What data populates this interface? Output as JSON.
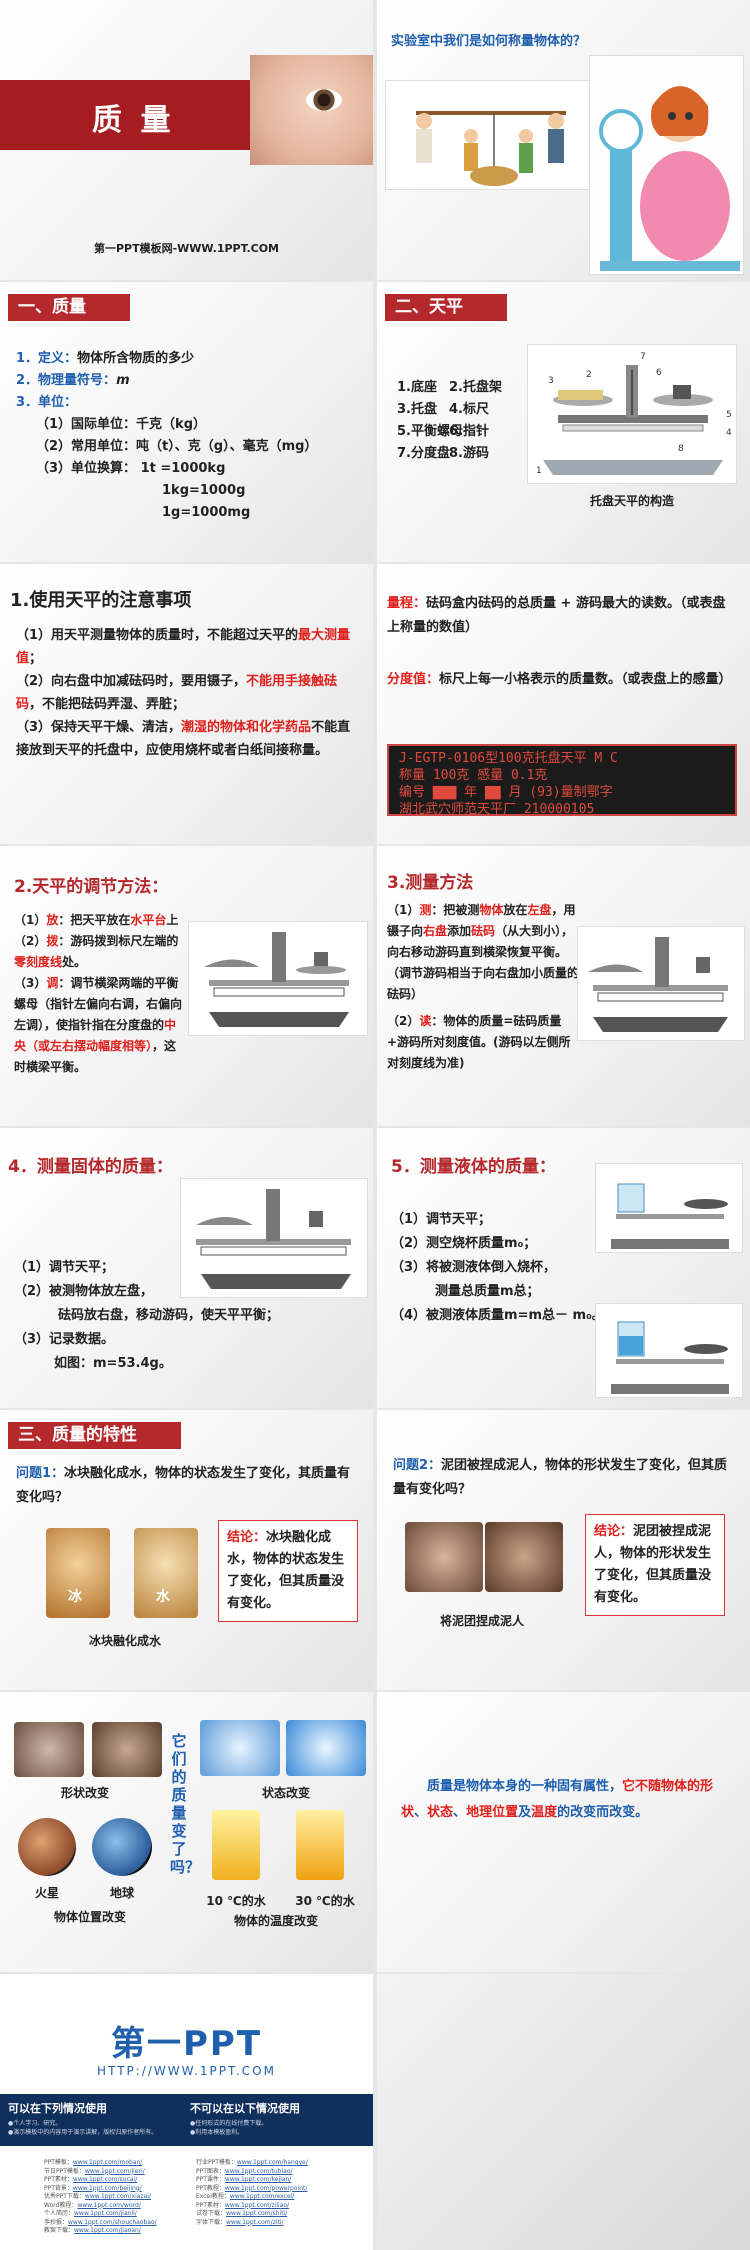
{
  "s1": {
    "title": "质  量",
    "site": "第一PPT模板网-WWW.1PPT.COM"
  },
  "s2": {
    "question": "实验室中我们是如何称量物体的？"
  },
  "s3": {
    "tag": "一、质量",
    "lines": [
      {
        "n": "1．",
        "label": "定义：",
        "text": "物体所含物质的多少"
      },
      {
        "n": "2．",
        "label": "物理量符号：",
        "text": "m"
      },
      {
        "n": "3．",
        "label": "单位：",
        "text": ""
      }
    ],
    "units": [
      "（1）国际单位：千克（kg）",
      "（2）常用单位：吨（t）、克（g）、毫克（mg）",
      "（3）单位换算：    1t =1000kg",
      "1kg=1000g",
      "1g=1000mg"
    ]
  },
  "s4": {
    "tag": "二、天平",
    "parts": [
      "1.底座",
      "2.托盘架",
      "3.托盘",
      "4.标尺",
      "5.平衡螺母",
      "6.指针",
      "7.分度盘",
      "8.游码"
    ],
    "caption": "托盘天平的构造",
    "nums": [
      "1",
      "2",
      "3",
      "4",
      "5",
      "6",
      "7",
      "8"
    ]
  },
  "s5": {
    "title": "1.使用天平的注意事项",
    "items": [
      {
        "a": "（1）用天平测量物体的质量时，不能超过天平的",
        "b": "最大测量值",
        "c": "；"
      },
      {
        "a": "（2）向右盘中加减砝码时，要用镊子，",
        "b": "不能用手接触砝码",
        "c": "，不能把砝码弄湿、弄脏；"
      },
      {
        "a": "（3）保持天平干燥、清洁，",
        "b": "潮湿的物体和化学药品",
        "c": "不能直接放到天平的托盘中，应使用烧杯或者白纸间接称量。"
      }
    ]
  },
  "s6": {
    "range_label": "量程：",
    "range_text": "砝码盒内砝码的总质量 + 游码最大的读数。（或表盘上称量的数值）",
    "div_label": "分度值：",
    "div_text": "标尺上每一小格表示的质量数。（或表盘上的感量）",
    "plate": [
      "J-EGTP-0106型100克托盘天平   M C",
      "称量  100克     感量  0.1克",
      "编号  ▇▇▇ 年 ▇▇ 月  (93)量制鄂字",
      "  湖北武穴师范天平厂   210000105"
    ]
  },
  "s7": {
    "title": "2.天平的调节方法：",
    "steps": [
      {
        "n": "（1）",
        "k": "放",
        "t": "：把天平放在",
        "r": "水平台",
        "e": "上"
      },
      {
        "n": "（2）",
        "k": "拨",
        "t": "：游码拨到标尺左端的",
        "r": "零刻度线",
        "e": "处。"
      },
      {
        "n": "（3）",
        "k": "调",
        "t": "：调节横梁两端的平衡螺母（指针左偏向右调，右偏向左调），使指针指在分度盘的",
        "r": "中央（或左右摆动幅度相等）",
        "e": "，这时横梁平衡。"
      }
    ]
  },
  "s8": {
    "title": "3.测量方法",
    "p1": {
      "n": "（1）",
      "k": "测",
      "a": "：把被测",
      "b": "物体",
      "c": "放在",
      "d": "左盘",
      "e": "，用镊子向",
      "f": "右盘",
      "g": "添加",
      "h": "砝码",
      "i": "（从大到小），向右移动游码直到横梁恢复平衡。（调节游码相当于向右盘加小质量的砝码）"
    },
    "p2": {
      "n": "（2）",
      "k": "读",
      "t": "：物体的质量=砝码质量+游码所对刻度值。(游码以左侧所对刻度线为准)"
    }
  },
  "s9": {
    "title": "4．测量固体的质量：",
    "steps": [
      "（1）调节天平；",
      "（2）被测物体放左盘，",
      "砝码放右盘，移动游码，使天平平衡；",
      "（3）记录数据。",
      "如图：m=53.4g。"
    ]
  },
  "s10": {
    "title": "5．测量液体的质量：",
    "steps": [
      "（1）调节天平；",
      "（2）测空烧杯质量m₀；",
      "（3）将被测液体倒入烧杯，",
      "测量总质量m总；",
      "（4）被测液体质量m=m总－ m₀。"
    ]
  },
  "s11": {
    "tag": "三、质量的特性",
    "q_label": "问题1：",
    "q_text": "冰块融化成水，物体的状态发生了变化，其质量有变化吗？",
    "ice": "冰",
    "water": "水",
    "caption": "冰块融化成水",
    "c_label": "结论：",
    "c_text": "冰块融化成水，物体的状态发生了变化，但其质量没有变化。"
  },
  "s12": {
    "q_label": "问题2：",
    "q_text": "泥团被捏成泥人，物体的形状发生了变化，但其质量有变化吗？",
    "caption": "将泥团捏成泥人",
    "c_label": "结论：",
    "c_text": "泥团被捏成泥人，物体的形状发生了变化，但其质量没有变化。"
  },
  "s13": {
    "shape": "形状改变",
    "state": "状态改变",
    "mars": "火星",
    "earth": "地球",
    "position": "物体位置改变",
    "w10": "10 ℃的水",
    "w30": "30 ℃的水",
    "temp": "物体的温度改变",
    "vertical": "它们的质量变了吗？"
  },
  "s14": {
    "a": "质量是物体本身的一种固有属性，",
    "b": "它不随物体的",
    "c": "形状",
    "d": "、",
    "e": "状态",
    "f": "、",
    "g": "地理位置",
    "h": "及",
    "i": "温度",
    "j": "的改变而改变",
    "k": "。"
  },
  "s15": {
    "logo": "第一PPT",
    "url": "HTTP://WWW.1PPT.COM",
    "can_title": "可以在下列情况使用",
    "can_sub": "●个人学习、研究。\n●演示模板中的内容用于演示讲解，版权归原作者所有。",
    "cannot_title": "不可以在以下情况使用",
    "cannot_sub": "●任何形式的在线付费下载。\n●利用本模板盈利。",
    "links_left": [
      [
        "PPT模板：",
        "www.1ppt.com/moban/"
      ],
      [
        "节日PPT模板：",
        "www.1ppt.com/jieri/"
      ],
      [
        "PPT素材：",
        "www.1ppt.com/sucai/"
      ],
      [
        "PPT背景：",
        "www.1ppt.com/beijing/"
      ],
      [
        "优秀PPT下载：",
        "www.1ppt.com/xiazai/"
      ],
      [
        "Word教程：",
        "www.1ppt.com/word/"
      ],
      [
        "个人简历：",
        "www.1ppt.com/jianli/"
      ],
      [
        "手抄报：",
        "www.1ppt.com/shouchaobao/"
      ],
      [
        "教案下载：",
        "www.1ppt.com/jiaoan/"
      ]
    ],
    "links_right": [
      [
        "行业PPT模板：",
        "www.1ppt.com/hangye/"
      ],
      [
        "PPT图表：",
        "www.1ppt.com/tubiao/"
      ],
      [
        "PPT课件：",
        "www.1ppt.com/kejian/"
      ],
      [
        "PPT教程：",
        "www.1ppt.com/powerpoint/"
      ],
      [
        "Excel教程：",
        "www.1ppt.com/excel/"
      ],
      [
        "PPT素材：",
        "www.1ppt.com/ziliao/"
      ],
      [
        "试卷下载：",
        "www.1ppt.com/shiti/"
      ],
      [
        "字体下载：",
        "www.1ppt.com/ziti/"
      ]
    ]
  }
}
